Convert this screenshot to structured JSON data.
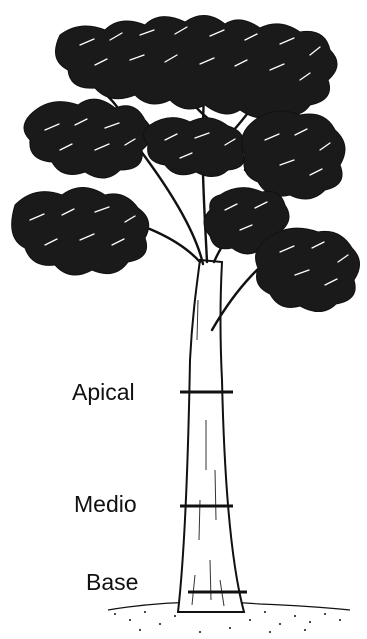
{
  "diagram": {
    "labels": {
      "apical": "Apical",
      "medio": "Medio",
      "base": "Base"
    },
    "colors": {
      "ink": "#111111",
      "foliage_dark": "#1a1a1a",
      "background": "#ffffff"
    }
  }
}
